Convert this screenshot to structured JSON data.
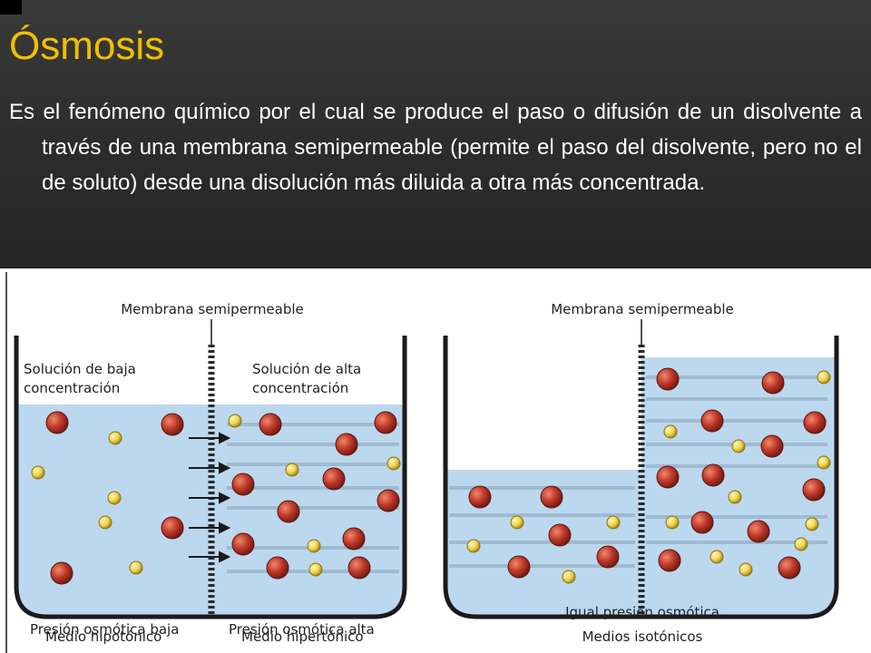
{
  "slide": {
    "title": "Ósmosis",
    "body": "Es el fenómeno químico por el cual se produce el paso o difusión de un disolvente a través de una membrana semipermeable (permite el paso del disolvente, pero no el de soluto) desde una disolución más diluida a otra más concentrada."
  },
  "diagram": {
    "left_panel": {
      "membrane_label": "Membrana semipermeable",
      "low_label_1": "Solución de baja",
      "low_label_2": "concentración",
      "high_label_1": "Solución de alta",
      "high_label_2": "concentración",
      "bottom_left_1": "Presión osmótica baja",
      "bottom_left_2": "Medio hipotónico",
      "bottom_right_1": "Presión osmótica alta",
      "bottom_right_2": "Medio hipertónico"
    },
    "right_panel": {
      "membrane_label": "Membrana semipermeable",
      "bottom_1": "Igual presión osmótica",
      "bottom_2": "Medios isotónicos"
    }
  },
  "colors": {
    "title": "#f0c000",
    "header_bg": "#2c2c2c",
    "water": "#bcd8ee",
    "solute_large": "#c0392b",
    "solvent_small": "#f2d24b"
  }
}
